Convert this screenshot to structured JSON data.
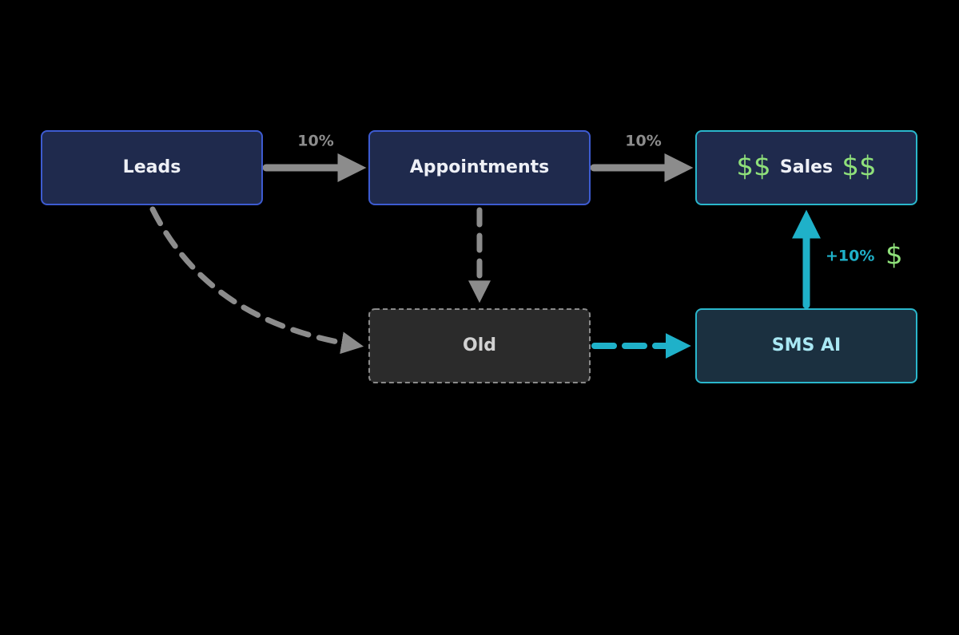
{
  "nodes": {
    "leads": {
      "label": "Leads"
    },
    "appointments": {
      "label": "Appointments"
    },
    "sales": {
      "label": "Sales",
      "prefix_symbol": "$$",
      "suffix_symbol": "$$"
    },
    "old": {
      "label": "Old"
    },
    "sms_ai": {
      "label": "SMS AI"
    }
  },
  "edges": {
    "leads_to_appointments": {
      "label": "10%"
    },
    "appointments_to_sales": {
      "label": "10%"
    },
    "sms_ai_to_sales": {
      "label": "+10%",
      "symbol": "$"
    }
  },
  "colors": {
    "background": "#000000",
    "primary_node_fill": "#1f2a4d",
    "primary_node_border": "#3d5bd1",
    "highlight_border": "#2ab7cc",
    "sms_node_fill": "#1b3040",
    "old_node_fill": "#2b2b2b",
    "old_node_border": "#8a8a8a",
    "gray_arrow": "#8c8c8c",
    "cyan_arrow": "#1fb1c9",
    "money_green": "#8fe07a",
    "text_light": "#eef0f6",
    "text_old": "#d2d2d2",
    "text_sms": "#a9e8f4"
  }
}
